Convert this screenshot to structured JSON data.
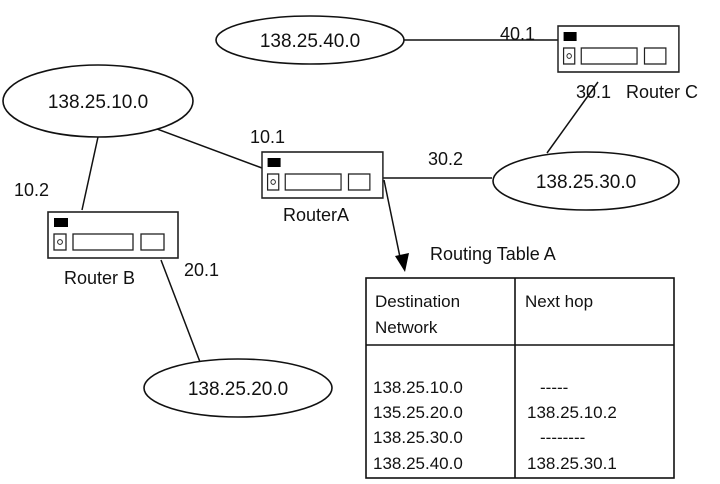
{
  "networks": {
    "n40": "138.25.40.0",
    "n10": "138.25.10.0",
    "n30": "138.25.30.0",
    "n20": "138.25.20.0"
  },
  "routers": {
    "a": {
      "name": "RouterA",
      "ip_left": "10.1",
      "ip_right": "30.2"
    },
    "b": {
      "name": "Router B",
      "ip_top": "10.2",
      "ip_right": "20.1"
    },
    "c": {
      "name": "Router C",
      "ip_top": "40.1",
      "ip_bottom": "30.1"
    }
  },
  "routing_table": {
    "title": "Routing Table A",
    "header_destination": [
      "Destination",
      "Network"
    ],
    "header_next_hop": "Next hop",
    "rows": [
      {
        "destination": "138.25.10.0",
        "next_hop": "-----"
      },
      {
        "destination": "135.25.20.0",
        "next_hop": "138.25.10.2"
      },
      {
        "destination": "138.25.30.0",
        "next_hop": "--------"
      },
      {
        "destination": "138.25.40.0",
        "next_hop": "138.25.30.1"
      }
    ]
  }
}
